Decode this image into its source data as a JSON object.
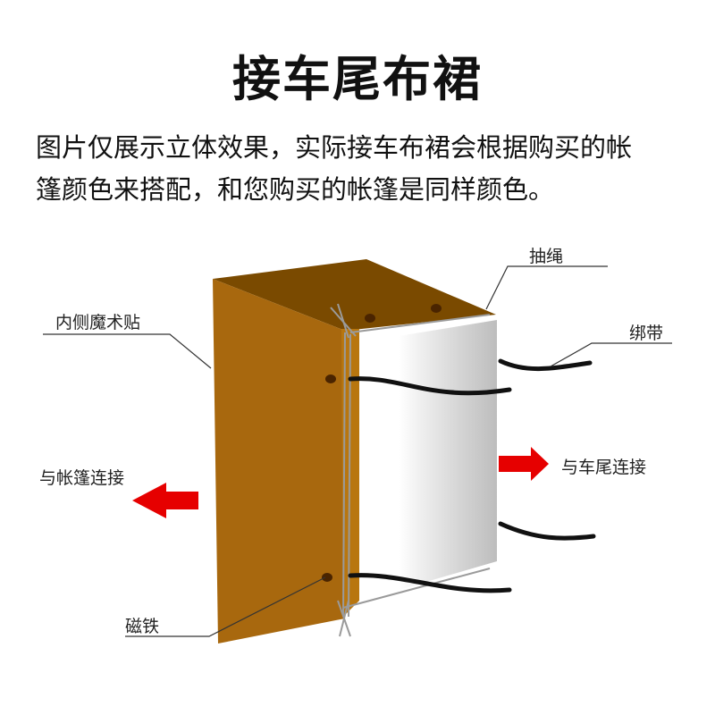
{
  "title": "接车尾布裙",
  "description": [
    "图片仅展示立体效果，实际接车布裙会根据购买的帐",
    "篷颜色来搭配，和您购买的帐篷是同样颜色。"
  ],
  "labels": {
    "drawstring": "抽绳",
    "inner_velcro": "内侧魔术贴",
    "strap": "绑带",
    "connect_tent": "与帐篷连接",
    "connect_car": "与车尾连接",
    "magnet": "磁铁"
  },
  "colors": {
    "fabric_dark": "#7a4a00",
    "fabric_main": "#a8680e",
    "arrow_red": "#e60000"
  }
}
